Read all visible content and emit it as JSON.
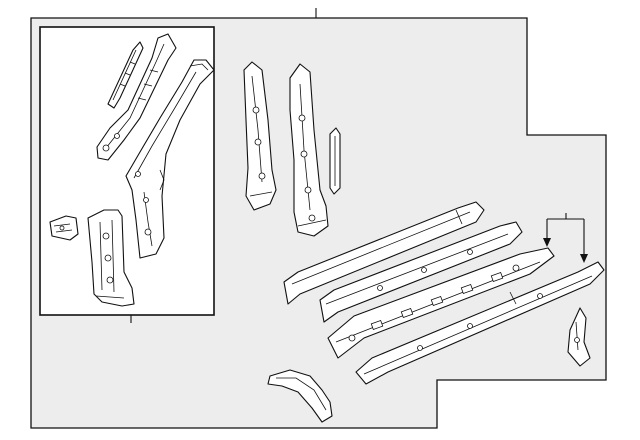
{
  "diagram": {
    "type": "exploded parts diagram",
    "colors": {
      "background": "#ffffff",
      "panel": "#ededed",
      "line": "#111111",
      "part_fill": "#ffffff"
    },
    "callouts": [
      {
        "id": "callout-main",
        "label": ""
      },
      {
        "id": "callout-inset",
        "label": ""
      },
      {
        "id": "callout-rails",
        "label": ""
      }
    ]
  }
}
